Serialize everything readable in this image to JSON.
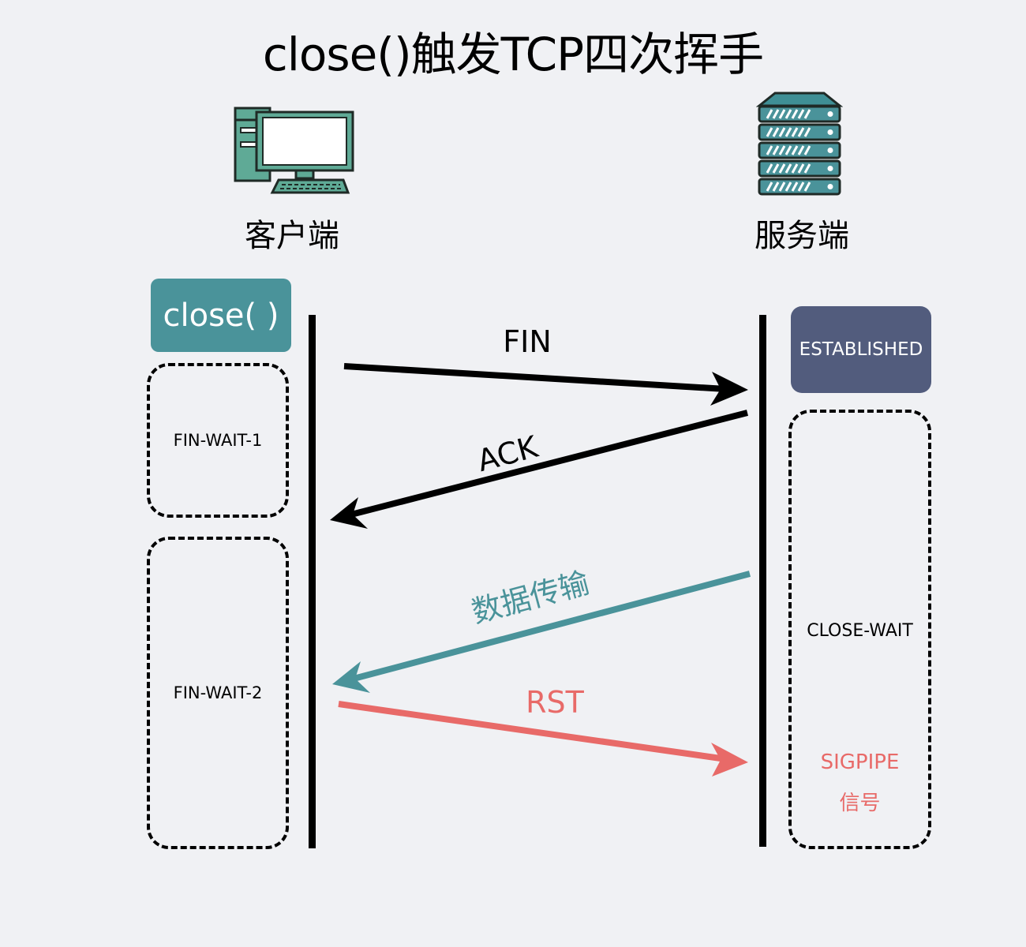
{
  "title": "close()触发TCP四次挥手",
  "client": {
    "label": "客户端",
    "icon": "desktop-computer-icon"
  },
  "server": {
    "label": "服务端",
    "icon": "server-rack-icon"
  },
  "client_action": {
    "label": "close( )",
    "color": "#4a939a"
  },
  "server_state_initial": {
    "label": "ESTABLISHED",
    "color": "#525c7d"
  },
  "client_states": [
    {
      "label": "FIN-WAIT-1"
    },
    {
      "label": "FIN-WAIT-2"
    }
  ],
  "server_state": {
    "label": "CLOSE-WAIT"
  },
  "signal": {
    "line1": "SIGPIPE",
    "line2": "信号",
    "color": "#e86a68"
  },
  "messages": [
    {
      "label": "FIN",
      "direction": "client-to-server",
      "color": "#000000"
    },
    {
      "label": "ACK",
      "direction": "server-to-client",
      "color": "#000000"
    },
    {
      "label": "数据传输",
      "direction": "server-to-client",
      "color": "#4a939a"
    },
    {
      "label": "RST",
      "direction": "client-to-server",
      "color": "#e86a68"
    }
  ]
}
